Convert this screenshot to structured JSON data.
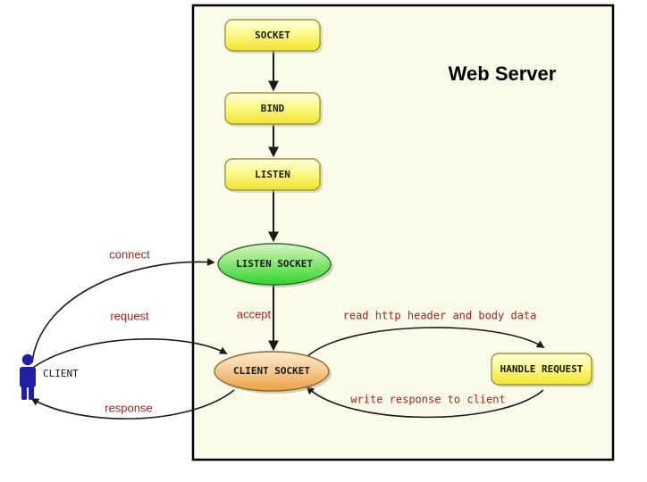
{
  "panel": {
    "title": "Web Server",
    "background_color": "#fbfbe9",
    "border_color": "#000000"
  },
  "colors": {
    "edge_label": "#a32121",
    "box_fill_top": "#fdfdc0",
    "box_fill_bottom": "#f2e42f",
    "ellipse_green_top": "#cdf2bd",
    "ellipse_green_bottom": "#3ddb3d",
    "ellipse_orange_top": "#fbe3bc",
    "ellipse_orange_bottom": "#eca54a",
    "actor": "#1f1fa8",
    "line": "#1a1a1a"
  },
  "nodes": [
    {
      "id": "socket",
      "label": "SOCKET",
      "shape": "box"
    },
    {
      "id": "bind",
      "label": "BIND",
      "shape": "box"
    },
    {
      "id": "listen",
      "label": "LISTEN",
      "shape": "box"
    },
    {
      "id": "listen-socket",
      "label": "LISTEN SOCKET",
      "shape": "ellipse-green"
    },
    {
      "id": "client-socket",
      "label": "CLIENT SOCKET",
      "shape": "ellipse-orange"
    },
    {
      "id": "handle-request",
      "label": "HANDLE REQUEST",
      "shape": "box"
    }
  ],
  "actor": {
    "label": "CLIENT",
    "icon": "person-icon"
  },
  "edges": [
    {
      "id": "connect",
      "label": "connect",
      "style": "sans"
    },
    {
      "id": "request",
      "label": "request",
      "style": "sans"
    },
    {
      "id": "response",
      "label": "response",
      "style": "sans"
    },
    {
      "id": "accept",
      "label": "accept",
      "style": "sans"
    },
    {
      "id": "read",
      "label": "read http header and body data",
      "style": "mono"
    },
    {
      "id": "write",
      "label": "write response to client",
      "style": "mono"
    }
  ]
}
